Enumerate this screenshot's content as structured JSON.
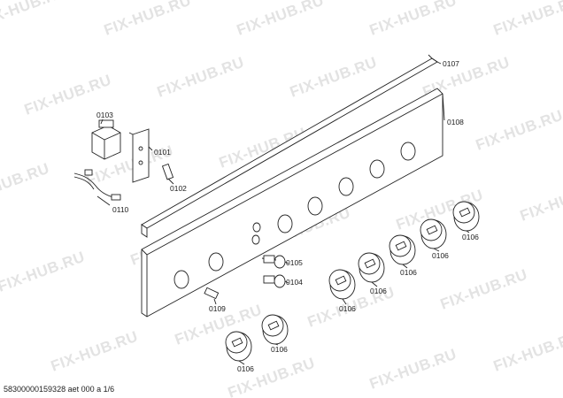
{
  "watermark": "FIX-HUB.RU",
  "footer": "58300000159328 aet 000 a 1/6",
  "labels": {
    "l0107": "0107",
    "l0108": "0108",
    "l0103": "0103",
    "l0101": "0101",
    "l0102": "0102",
    "l0110": "0110",
    "l0105": "0105",
    "l0104": "0104",
    "l0109": "0109",
    "l0106": "0106"
  }
}
